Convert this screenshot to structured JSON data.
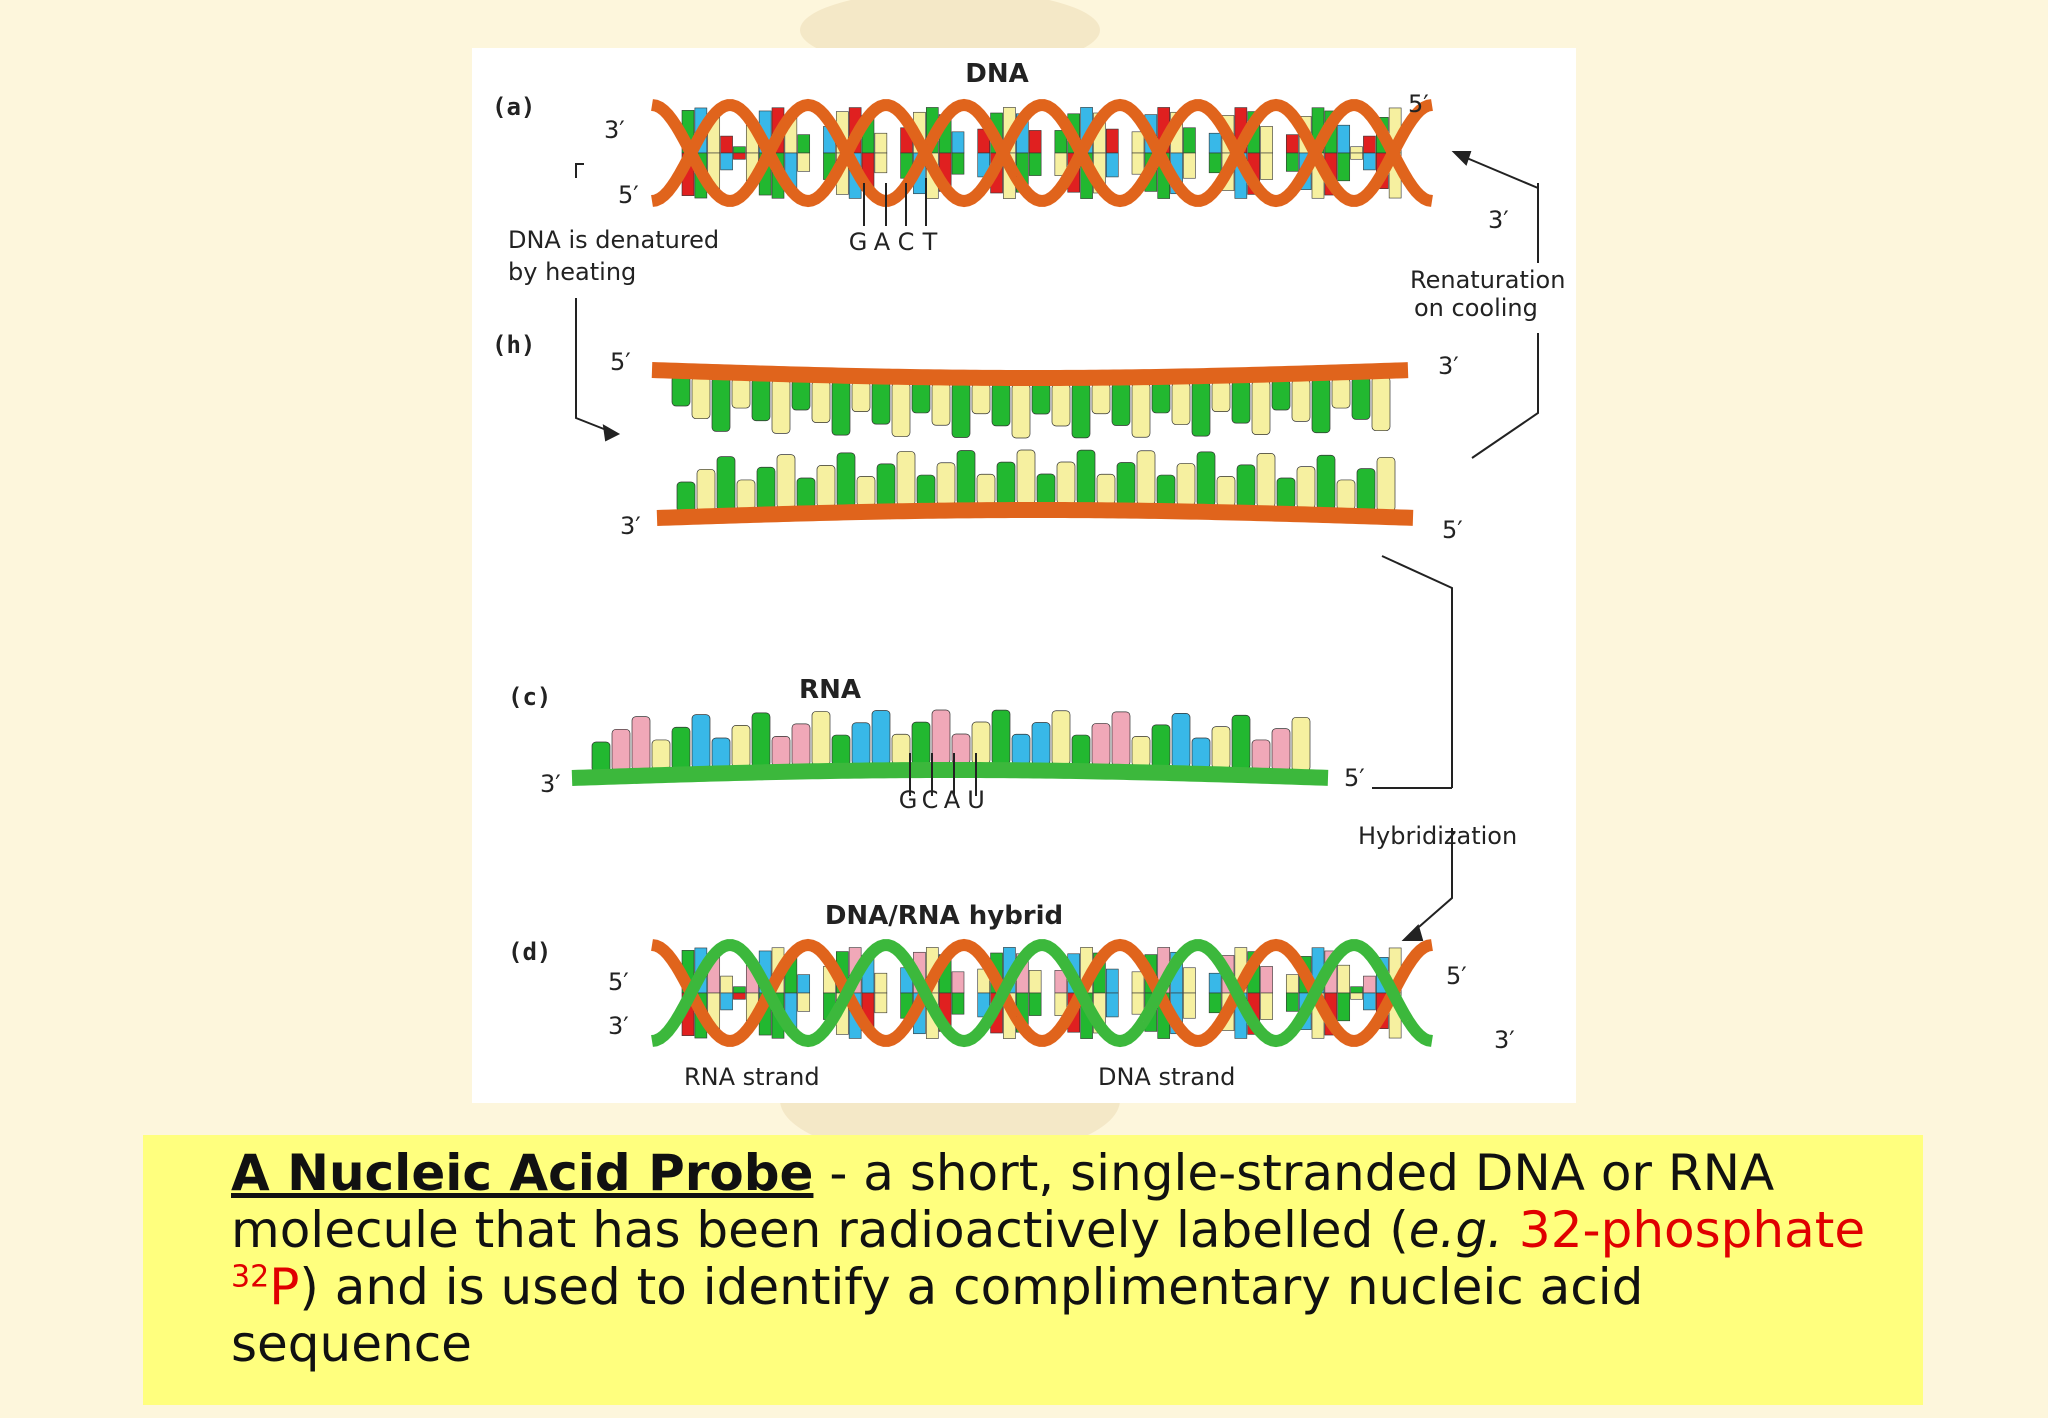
{
  "figure": {
    "panels": {
      "a": "(a)",
      "b": "(h)",
      "c": "(c)",
      "d": "(d)"
    },
    "titles": {
      "dna": "DNA",
      "rna": "RNA",
      "hybrid": "DNA/RNA hybrid"
    },
    "ends": {
      "three": "3′",
      "five": "5′"
    },
    "notes": {
      "denature_1": "DNA is denatured",
      "denature_2": "by heating",
      "renature_1": "Renaturation",
      "renature_2": "on cooling",
      "hybridization": "Hybridization",
      "rna_strand": "RNA strand",
      "dna_strand": "DNA strand"
    },
    "dna_bases": [
      "G",
      "A",
      "C",
      "T"
    ],
    "rna_bases": [
      "G",
      "C",
      "A",
      "U"
    ],
    "colors": {
      "backbone_dna": "#e0641c",
      "backbone_rna": "#3cb83c",
      "g": "#22b830",
      "a": "#f6f0a0",
      "c": "#38b8e8",
      "t": "#e02020",
      "u": "#f0a8b8"
    }
  },
  "caption": {
    "term": "A Nucleic Acid Probe",
    "text_1": " - a short, single-stranded DNA or RNA molecule that has been radioactively labelled (",
    "eg": "e.g.",
    "isotope": " 32-phosphate ",
    "isotope_sup": "32",
    "isotope_symbol": "P",
    "text_2": ") and is used to identify a complimentary nucleic acid sequence"
  }
}
